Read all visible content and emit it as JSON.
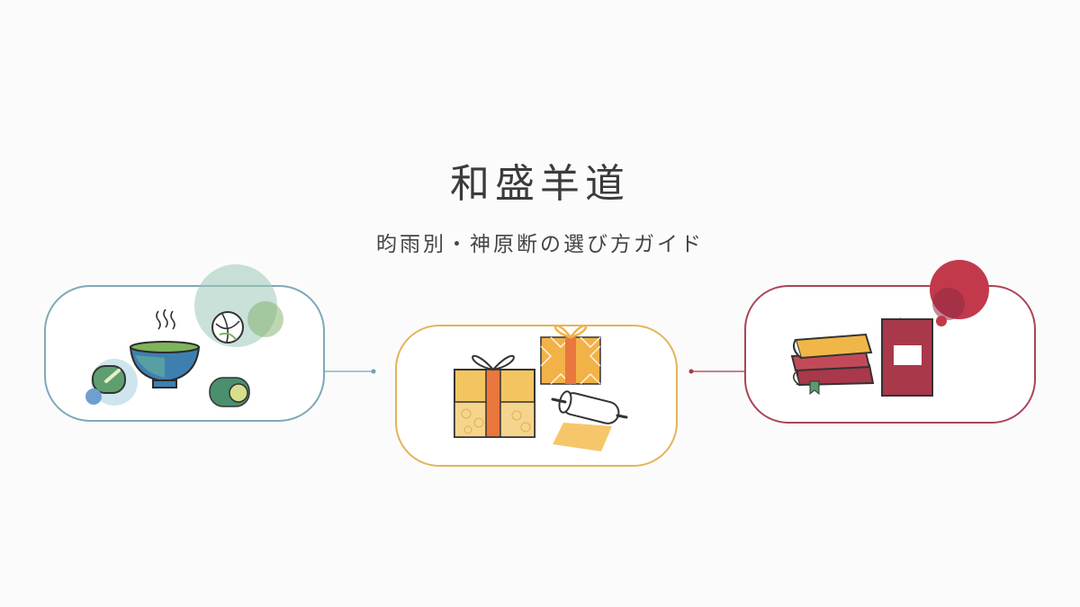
{
  "header": {
    "title": "和盛羊道",
    "subtitle": "昀雨別・神原断の選び方ガイド"
  },
  "panels": [
    {
      "id": "tea",
      "icons": [
        "tea-bowl-icon",
        "steam-icon",
        "wagashi-ball-icon",
        "mochi-icon",
        "bean-cake-icon"
      ]
    },
    {
      "id": "gift",
      "icons": [
        "gift-box-icon",
        "ribbon-bow-icon",
        "patterned-gift-icon",
        "wrapping-roll-icon"
      ]
    },
    {
      "id": "books",
      "icons": [
        "book-stack-icon",
        "greeting-card-icon",
        "bookmark-icon"
      ]
    }
  ],
  "colors": {
    "tea_accent": "#6f9fb0",
    "gift_accent": "#e8b84a",
    "books_accent": "#a83a4a",
    "text": "#3b3b3b"
  }
}
